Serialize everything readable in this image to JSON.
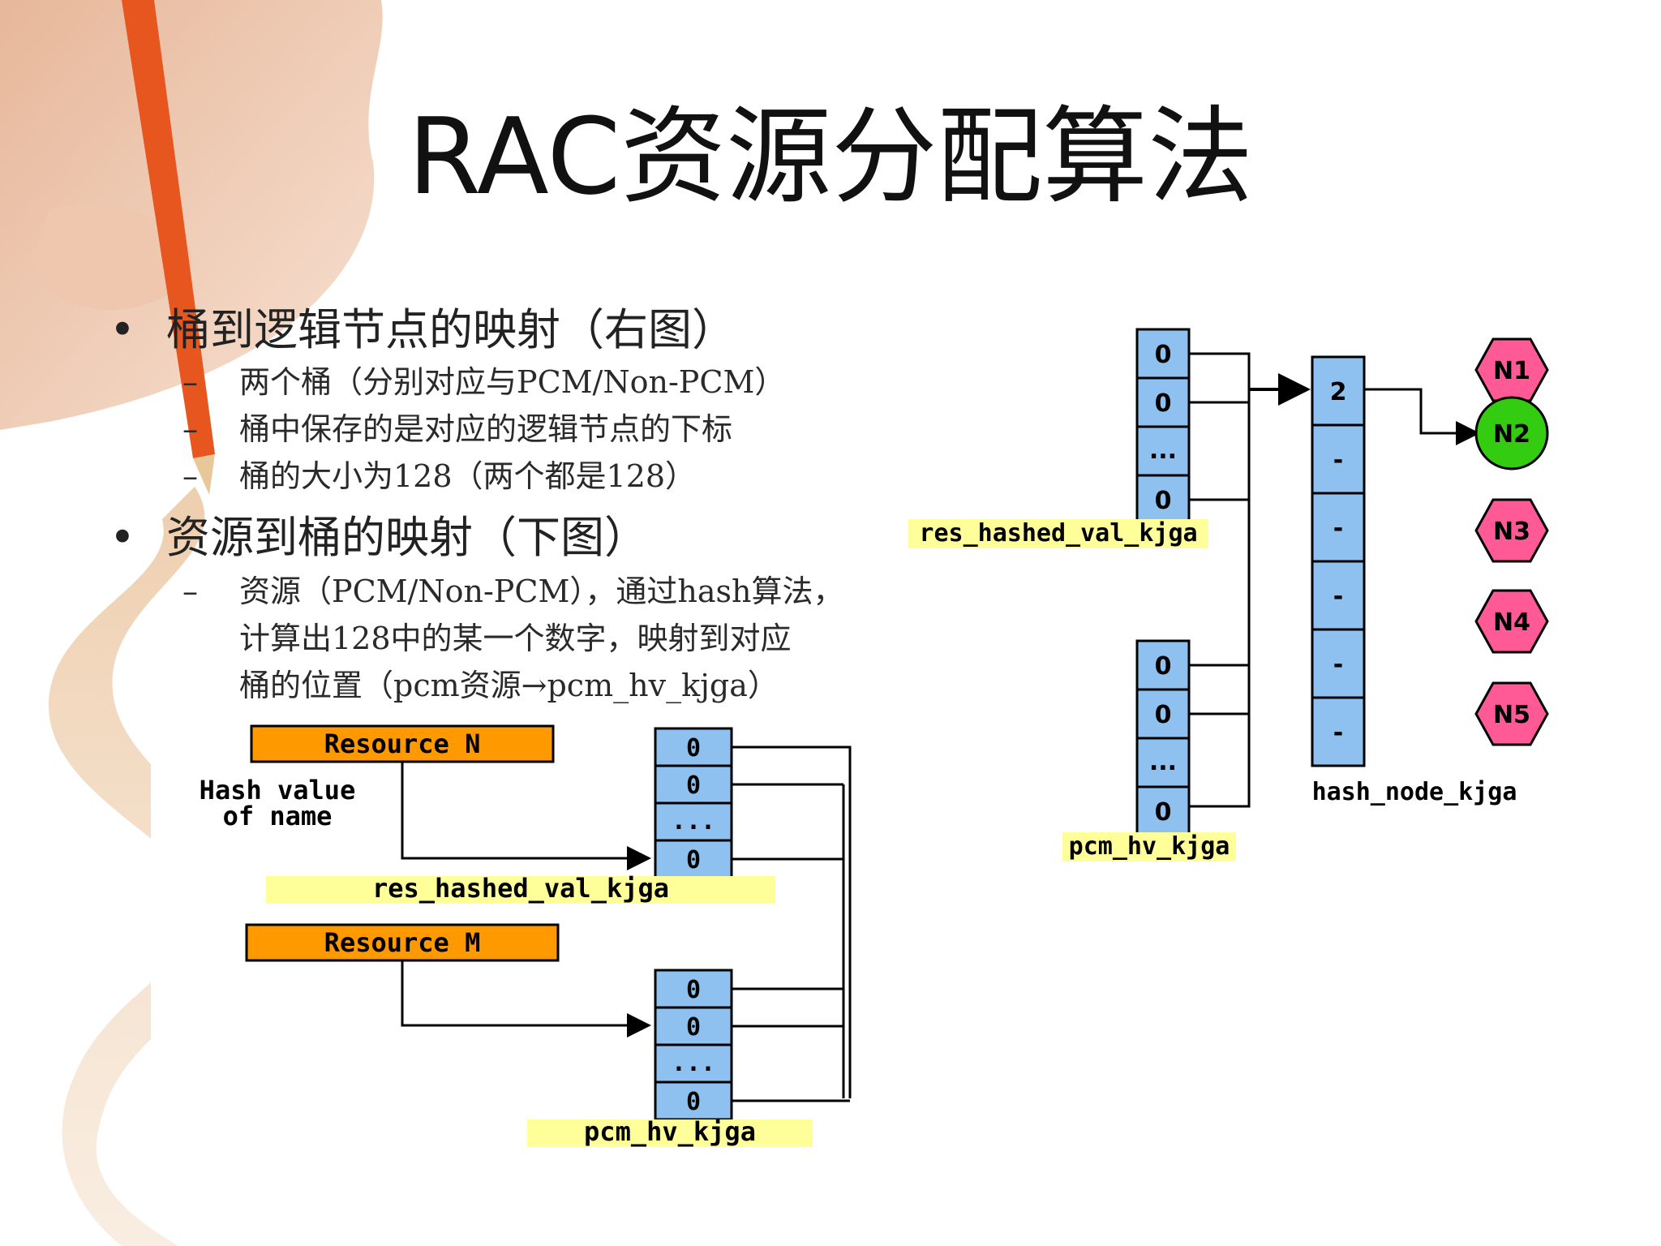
{
  "title": "RAC资源分配算法",
  "bullets": [
    {
      "text": "桶到逻辑节点的映射（右图）",
      "subs": [
        "两个桶（分别对应与PCM/Non-PCM）",
        "桶中保存的是对应的逻辑节点的下标",
        "桶的大小为128（两个都是128）"
      ]
    },
    {
      "text": "资源到桶的映射（下图）",
      "subs": [
        "资源（PCM/Non-PCM），通过hash算法，",
        "计算出128中的某一个数字，映射到对应",
        "桶的位置（pcm资源→pcm_hv_kjga）"
      ]
    }
  ],
  "left_diagram": {
    "resource_n": "Resource N",
    "resource_m": "Resource M",
    "hash_label_1": "Hash value",
    "hash_label_2": "of name",
    "bucket_top_cells": [
      "0",
      "0",
      "...",
      "0"
    ],
    "bucket_bottom_cells": [
      "0",
      "0",
      "...",
      "0"
    ],
    "res_label": "res_hashed_val_kjga",
    "pcm_label": "pcm_hv_kjga"
  },
  "right_diagram": {
    "res_cells": [
      "0",
      "0",
      "...",
      "0"
    ],
    "pcm_cells": [
      "0",
      "0",
      "...",
      "0"
    ],
    "res_label": "res_hashed_val_kjga",
    "pcm_label": "pcm_hv_kjga",
    "hash_node_cells": [
      "2",
      "-",
      "-",
      "-",
      "-",
      "-"
    ],
    "hash_node_label": "hash_node_kjga",
    "nodes": [
      "N1",
      "N2",
      "N3",
      "N4",
      "N5"
    ]
  },
  "colors": {
    "cell_fill": "#8ec0f0",
    "resource_fill": "#ff9900",
    "label_highlight": "#ffff99",
    "node_pink": "#ff5a95",
    "node_green": "#33cc11",
    "pencil": "#e8561f",
    "swoosh": "#ecc9a5"
  }
}
